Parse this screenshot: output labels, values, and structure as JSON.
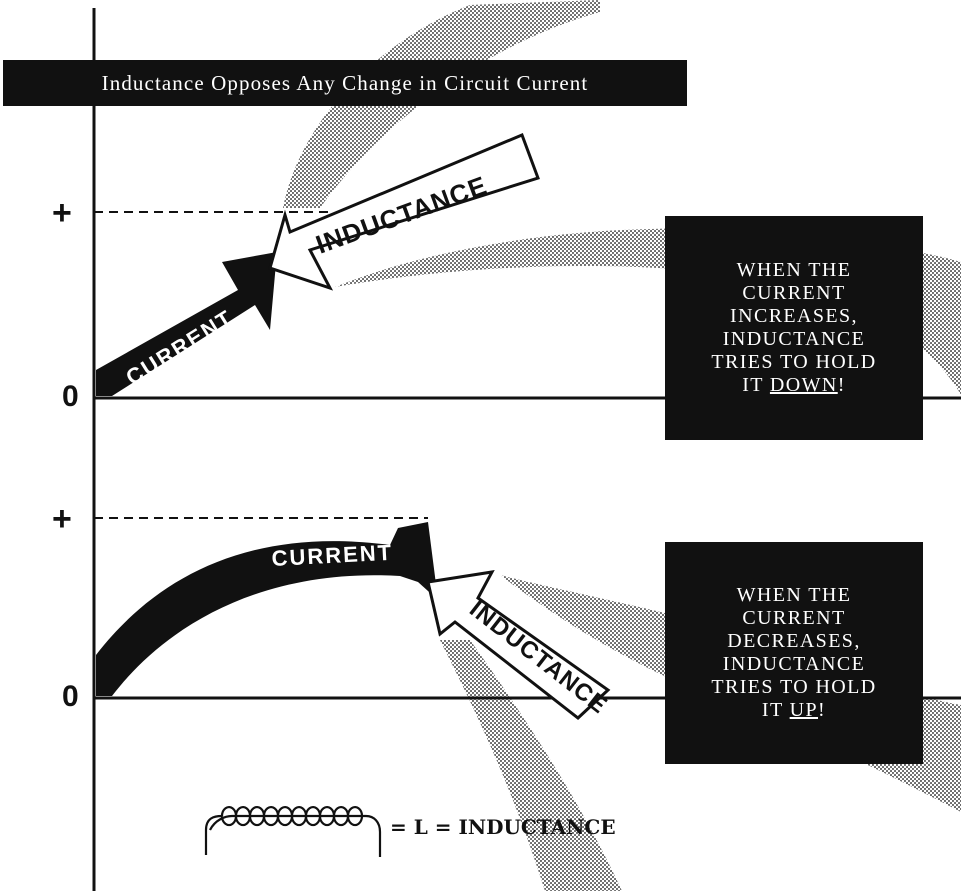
{
  "title": "Inductance Opposes Any Change in Circuit Current",
  "panels": [
    {
      "plus_label": "+",
      "zero_label": "0",
      "current_label": "CURRENT",
      "inductance_label": "INDUCTANCE",
      "callout_lines": [
        "WHEN THE",
        "CURRENT",
        "INCREASES,",
        "INDUCTANCE",
        "TRIES TO HOLD"
      ],
      "callout_last_prefix": "IT ",
      "callout_last_underlined": "DOWN",
      "callout_last_suffix": "!"
    },
    {
      "plus_label": "+",
      "zero_label": "0",
      "current_label": "CURRENT",
      "inductance_label": "INDUCTANCE",
      "callout_lines": [
        "WHEN THE",
        "CURRENT",
        "DECREASES,",
        "INDUCTANCE",
        "TRIES TO HOLD"
      ],
      "callout_last_prefix": "IT ",
      "callout_last_underlined": "UP",
      "callout_last_suffix": "!"
    }
  ],
  "legend": {
    "coil_symbol": "coil-symbol",
    "text": "= L = INDUCTANCE"
  },
  "colors": {
    "ink": "#111111",
    "paper": "#ffffff",
    "halftone": "#9a9a9a"
  }
}
